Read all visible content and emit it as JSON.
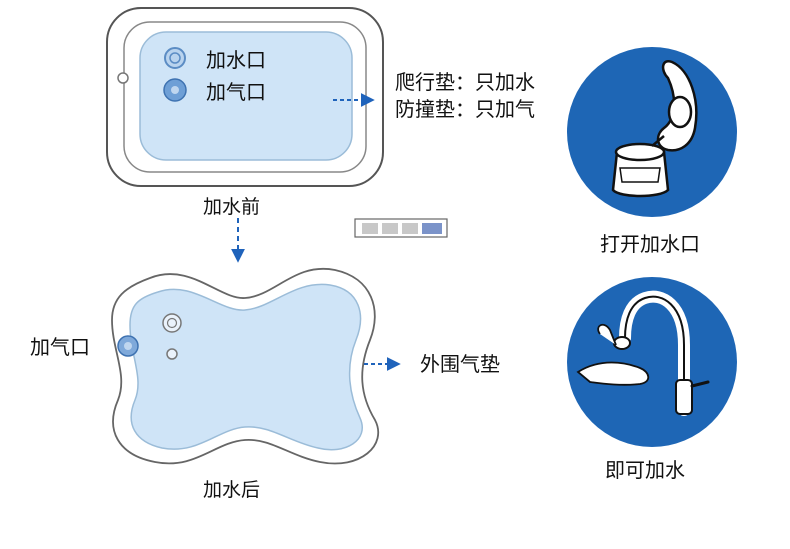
{
  "before": {
    "water_inlet": "加水口",
    "air_inlet": "加气口",
    "caption": "加水前"
  },
  "note": {
    "line1": "爬行垫：只加水",
    "line2": "防撞垫：只加气"
  },
  "after": {
    "air_inlet": "加气口",
    "outer_ring": "外围气垫",
    "caption": "加水后"
  },
  "steps": {
    "open_inlet": "打开加水口",
    "add_water": "即可加水"
  },
  "colors": {
    "accent": "#1F63BB",
    "water": "#CFE4F7",
    "circle": "#1E66B5",
    "swatches": [
      "#C8C8C8",
      "#C8C8C8",
      "#C8C8C8",
      "#7B93C9"
    ]
  },
  "icons": [
    "valve-cap-icon",
    "faucet-icon"
  ]
}
